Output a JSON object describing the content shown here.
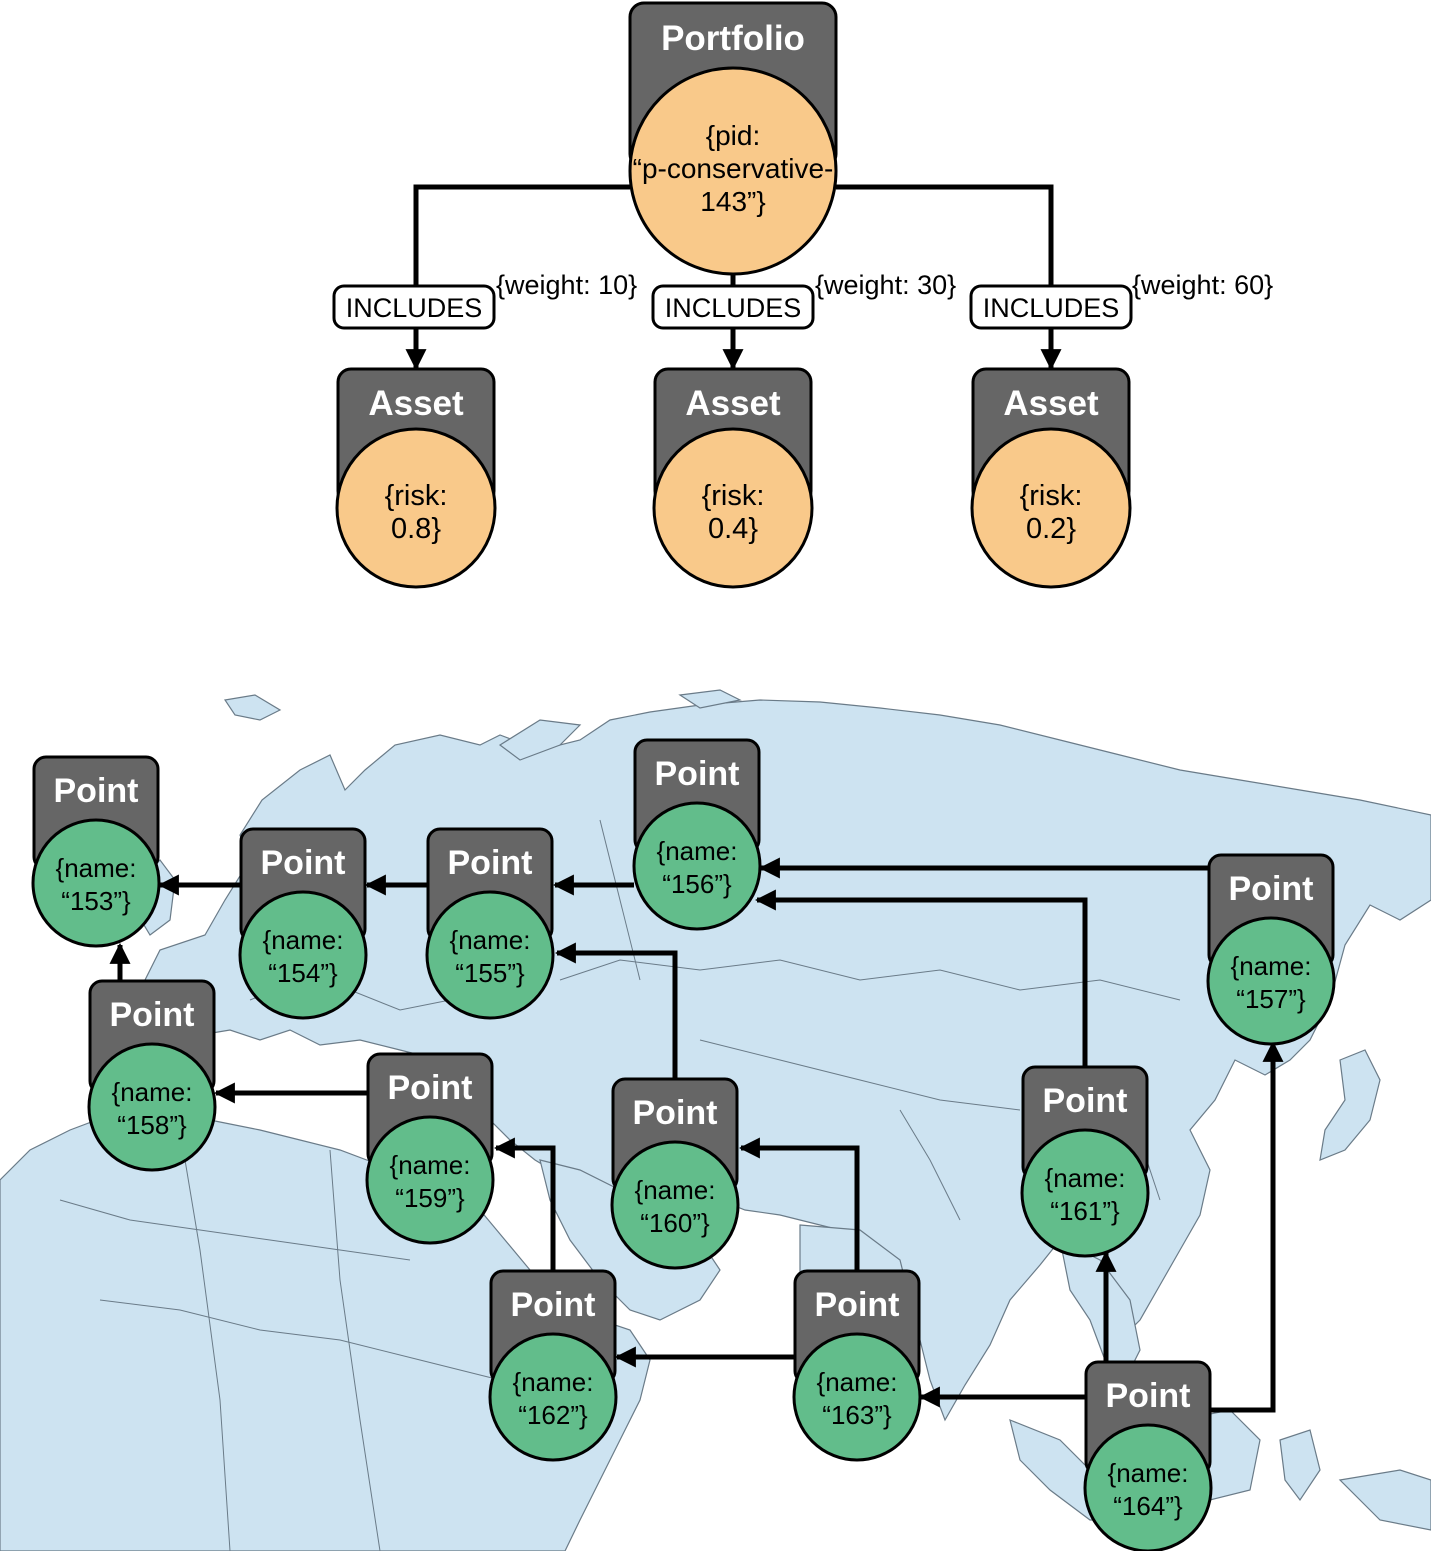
{
  "colors": {
    "label_tab": "#666666",
    "portfolio_fill": "#f9c98a",
    "point_fill": "#62bd8b",
    "map_land": "#cde3f1",
    "map_border": "#6a7b88",
    "line": "#000000"
  },
  "portfolio": {
    "label": "Portfolio",
    "props": [
      "{pid:",
      "“p-conservative-",
      "143”}"
    ]
  },
  "relationships": [
    {
      "label": "INCLUDES",
      "prop": "{weight: 10}"
    },
    {
      "label": "INCLUDES",
      "prop": "{weight: 30}"
    },
    {
      "label": "INCLUDES",
      "prop": "{weight: 60}"
    }
  ],
  "assets": [
    {
      "label": "Asset",
      "props": [
        "{risk:",
        "0.8}"
      ]
    },
    {
      "label": "Asset",
      "props": [
        "{risk:",
        "0.4}"
      ]
    },
    {
      "label": "Asset",
      "props": [
        "{risk:",
        "0.2}"
      ]
    }
  ],
  "points": [
    {
      "id": "153",
      "label": "Point",
      "props": [
        "{name:",
        "“153”}"
      ]
    },
    {
      "id": "154",
      "label": "Point",
      "props": [
        "{name:",
        "“154”}"
      ]
    },
    {
      "id": "155",
      "label": "Point",
      "props": [
        "{name:",
        "“155”}"
      ]
    },
    {
      "id": "156",
      "label": "Point",
      "props": [
        "{name:",
        "“156”}"
      ]
    },
    {
      "id": "157",
      "label": "Point",
      "props": [
        "{name:",
        "“157”}"
      ]
    },
    {
      "id": "158",
      "label": "Point",
      "props": [
        "{name:",
        "“158”}"
      ]
    },
    {
      "id": "159",
      "label": "Point",
      "props": [
        "{name:",
        "“159”}"
      ]
    },
    {
      "id": "160",
      "label": "Point",
      "props": [
        "{name:",
        "“160”}"
      ]
    },
    {
      "id": "161",
      "label": "Point",
      "props": [
        "{name:",
        "“161”}"
      ]
    },
    {
      "id": "162",
      "label": "Point",
      "props": [
        "{name:",
        "“162”}"
      ]
    },
    {
      "id": "163",
      "label": "Point",
      "props": [
        "{name:",
        "“163”}"
      ]
    },
    {
      "id": "164",
      "label": "Point",
      "props": [
        "{name:",
        "“164”}"
      ]
    }
  ],
  "point_links": [
    {
      "from": "154",
      "to": "153"
    },
    {
      "from": "155",
      "to": "154"
    },
    {
      "from": "156",
      "to": "155"
    },
    {
      "from": "157",
      "to": "156"
    },
    {
      "from": "158",
      "to": "153"
    },
    {
      "from": "159",
      "to": "158"
    },
    {
      "from": "160",
      "to": "155"
    },
    {
      "from": "161",
      "to": "156"
    },
    {
      "from": "162",
      "to": "159"
    },
    {
      "from": "163",
      "to": "160"
    },
    {
      "from": "163",
      "to": "162"
    },
    {
      "from": "164",
      "to": "163"
    },
    {
      "from": "164",
      "to": "161"
    },
    {
      "from": "164",
      "to": "157"
    }
  ]
}
